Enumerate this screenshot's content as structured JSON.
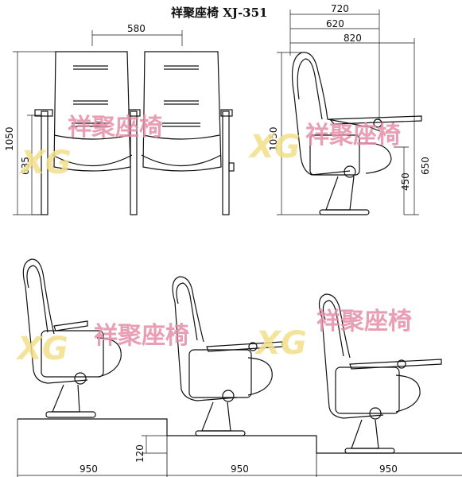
{
  "title": "祥聚座椅 XJ-351",
  "watermark": {
    "logo": "XG",
    "text": "祥聚座椅",
    "logo_color": "#f3e08a",
    "text_color": "#e58ea8"
  },
  "dimensions": {
    "front_width": "580",
    "front_height": "1050",
    "front_seat_height": "635",
    "side_d1": "720",
    "side_d2": "620",
    "side_d3": "820",
    "side_height": "1050",
    "side_armrest_height": "650",
    "side_seat_height": "450",
    "step_height": "120",
    "row_1": "950",
    "row_2": "950",
    "row_3": "950"
  }
}
